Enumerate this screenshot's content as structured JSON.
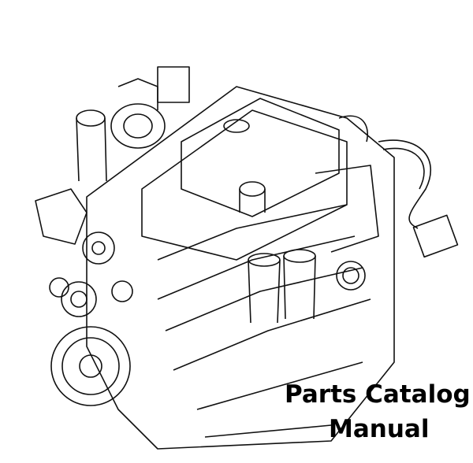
{
  "image": {
    "subject": "engine-line-drawing"
  },
  "caption": {
    "line1": "Parts Catalog",
    "line2": "Manual"
  }
}
